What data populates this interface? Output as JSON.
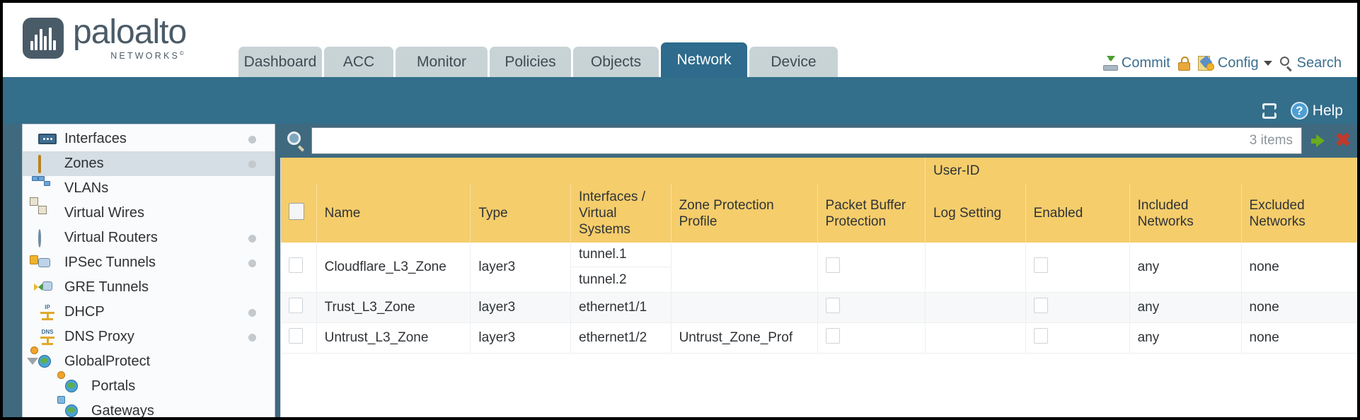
{
  "brand": {
    "name": "paloalto",
    "subtitle": "NETWORKS",
    "registered": "©"
  },
  "nav": {
    "tabs": [
      {
        "label": "Dashboard",
        "active": false
      },
      {
        "label": "ACC",
        "active": false
      },
      {
        "label": "Monitor",
        "active": false
      },
      {
        "label": "Policies",
        "active": false
      },
      {
        "label": "Objects",
        "active": false
      },
      {
        "label": "Network",
        "active": true
      },
      {
        "label": "Device",
        "active": false
      }
    ]
  },
  "header_actions": {
    "commit": "Commit",
    "config": "Config",
    "search": "Search",
    "lock_icon": "lock-icon",
    "caret_icon": "chevron-down-icon"
  },
  "blue_band": {
    "refresh_icon": "refresh-icon",
    "help": "Help",
    "help_icon": "help-circle-icon"
  },
  "filter": {
    "value": "",
    "placeholder": "",
    "items_count": "3 items",
    "search_icon": "search-icon",
    "apply_icon": "apply-filter-arrow-icon",
    "clear_icon": "clear-filter-x-icon"
  },
  "sidebar": {
    "items": [
      {
        "label": "Interfaces",
        "icon": "interfaces-icon",
        "selected": false,
        "dot": true,
        "child": false,
        "expander": false
      },
      {
        "label": "Zones",
        "icon": "zones-icon",
        "selected": true,
        "dot": true,
        "child": false,
        "expander": false
      },
      {
        "label": "VLANs",
        "icon": "vlans-icon",
        "selected": false,
        "dot": false,
        "child": false,
        "expander": false
      },
      {
        "label": "Virtual Wires",
        "icon": "virtual-wires-icon",
        "selected": false,
        "dot": false,
        "child": false,
        "expander": false
      },
      {
        "label": "Virtual Routers",
        "icon": "virtual-routers-icon",
        "selected": false,
        "dot": true,
        "child": false,
        "expander": false
      },
      {
        "label": "IPSec Tunnels",
        "icon": "ipsec-tunnels-icon",
        "selected": false,
        "dot": true,
        "child": false,
        "expander": false
      },
      {
        "label": "GRE Tunnels",
        "icon": "gre-tunnels-icon",
        "selected": false,
        "dot": false,
        "child": false,
        "expander": false
      },
      {
        "label": "DHCP",
        "icon": "dhcp-icon",
        "selected": false,
        "dot": true,
        "child": false,
        "expander": false
      },
      {
        "label": "DNS Proxy",
        "icon": "dns-proxy-icon",
        "selected": false,
        "dot": true,
        "child": false,
        "expander": false
      },
      {
        "label": "GlobalProtect",
        "icon": "globalprotect-icon",
        "selected": false,
        "dot": false,
        "child": false,
        "expander": true
      },
      {
        "label": "Portals",
        "icon": "portals-icon",
        "selected": false,
        "dot": false,
        "child": true,
        "expander": false
      },
      {
        "label": "Gateways",
        "icon": "gateways-icon",
        "selected": false,
        "dot": false,
        "child": true,
        "expander": false
      }
    ]
  },
  "table": {
    "group_header": "User-ID",
    "columns": {
      "name": "Name",
      "type": "Type",
      "interfaces": "Interfaces / Virtual Systems",
      "zone_protection": "Zone Protection Profile",
      "packet_buffer": "Packet Buffer Protection",
      "log_setting": "Log Setting",
      "enabled": "Enabled",
      "included_networks": "Included Networks",
      "excluded_networks": "Excluded Networks"
    },
    "rows": [
      {
        "name": "Cloudflare_L3_Zone",
        "type": "layer3",
        "interfaces": [
          "tunnel.1",
          "tunnel.2"
        ],
        "zone_protection": "",
        "packet_buffer_checked": false,
        "log_setting": "",
        "userid_enabled_checked": false,
        "included_networks": "any",
        "excluded_networks": "none"
      },
      {
        "name": "Trust_L3_Zone",
        "type": "layer3",
        "interfaces": [
          "ethernet1/1"
        ],
        "zone_protection": "",
        "packet_buffer_checked": false,
        "log_setting": "",
        "userid_enabled_checked": false,
        "included_networks": "any",
        "excluded_networks": "none"
      },
      {
        "name": "Untrust_L3_Zone",
        "type": "layer3",
        "interfaces": [
          "ethernet1/2"
        ],
        "zone_protection": "Untrust_Zone_Prof",
        "packet_buffer_checked": false,
        "log_setting": "",
        "userid_enabled_checked": false,
        "included_networks": "any",
        "excluded_networks": "none"
      }
    ]
  },
  "colors": {
    "band_blue": "#336e8b",
    "active_tab": "#2e6b8c",
    "tab_grey": "#c8d3d6",
    "header_yellow": "#f5cd6b",
    "group_yellow": "#e8b949",
    "link_blue": "#3d87a8",
    "selected_row": "#d4dee4"
  }
}
